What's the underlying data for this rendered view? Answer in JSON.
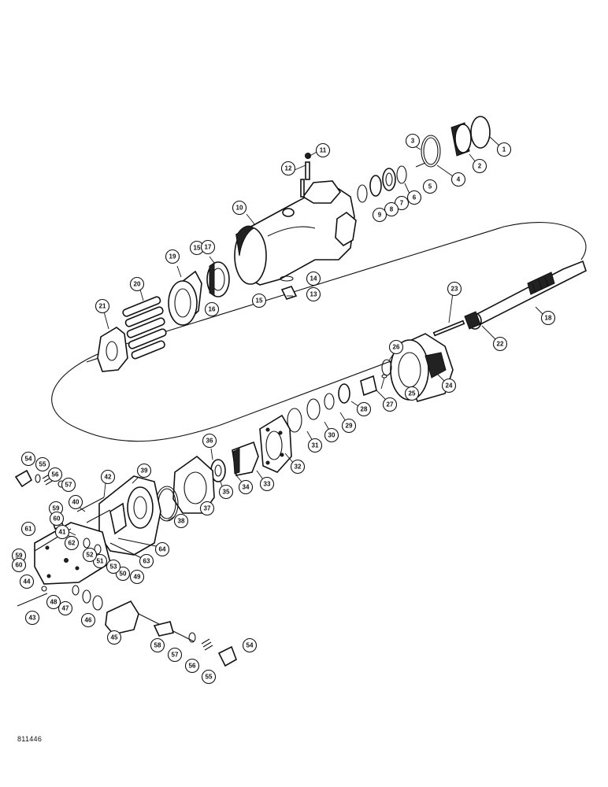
{
  "figure_code": "811446",
  "callouts": [
    "1",
    "2",
    "3",
    "4",
    "5",
    "6",
    "7",
    "8",
    "9",
    "10",
    "11",
    "12",
    "13",
    "14",
    "15",
    "15",
    "16",
    "17",
    "18",
    "19",
    "20",
    "21",
    "22",
    "23",
    "24",
    "25",
    "26",
    "27",
    "28",
    "29",
    "30",
    "31",
    "32",
    "33",
    "34",
    "35",
    "36",
    "37",
    "38",
    "39",
    "40",
    "41",
    "42",
    "43",
    "44",
    "45",
    "46",
    "47",
    "48",
    "49",
    "50",
    "51",
    "52",
    "53",
    "54",
    "54",
    "55",
    "55",
    "56",
    "56",
    "57",
    "57",
    "58",
    "59",
    "59",
    "60",
    "60",
    "61",
    "62",
    "63",
    "64"
  ]
}
